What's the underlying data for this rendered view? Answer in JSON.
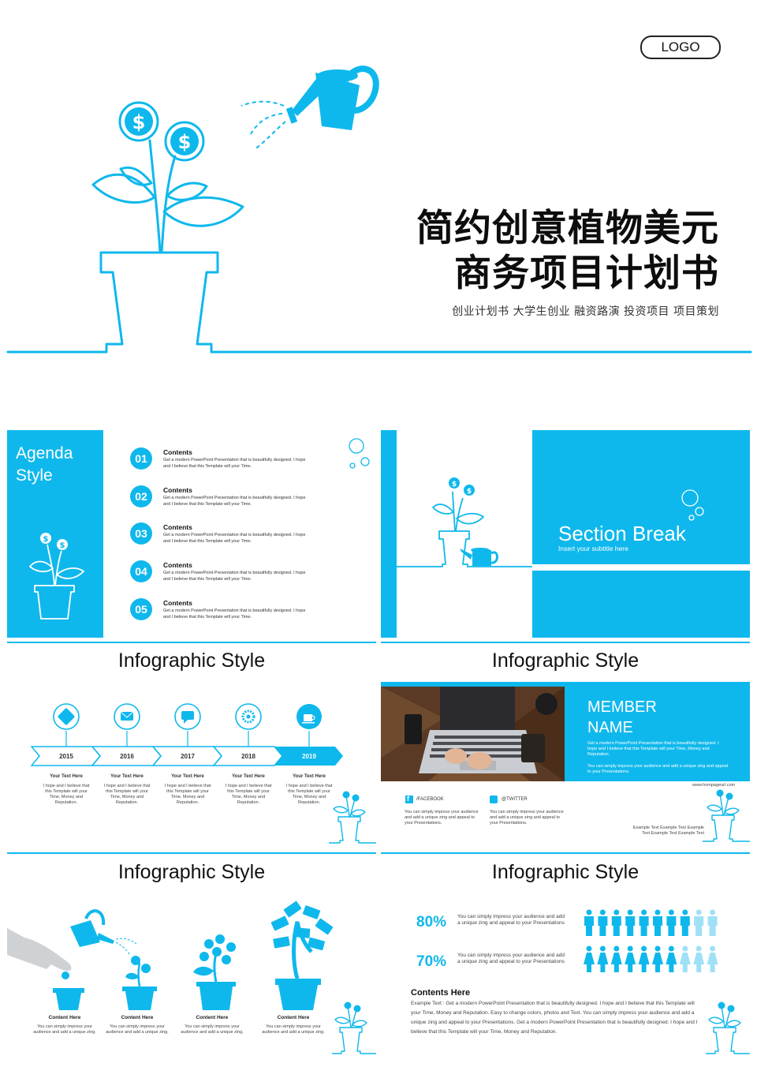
{
  "cover": {
    "logo": "LOGO",
    "title_line1": "简约创意植物美元",
    "title_line2": "商务项目计划书",
    "subtitle": "创业计划书 大学生创业 融资路演 投资项目 项目策划"
  },
  "agenda": {
    "title_line1": "Agenda",
    "title_line2": "Style",
    "items": [
      {
        "num": "01",
        "head": "Contents",
        "body": "Get a modern PowerPoint  Presentation that is beautifully designed. I hope and I believe that this Template will your Time."
      },
      {
        "num": "02",
        "head": "Contents",
        "body": "Get a modern PowerPoint  Presentation that is beautifully designed. I hope and I believe that this Template will your Time."
      },
      {
        "num": "03",
        "head": "Contents",
        "body": "Get a modern PowerPoint  Presentation that is beautifully designed. I hope and I believe that this Template will your Time."
      },
      {
        "num": "04",
        "head": "Contents",
        "body": "Get a modern PowerPoint  Presentation that is beautifully designed. I hope and I believe that this Template will your Time."
      },
      {
        "num": "05",
        "head": "Contents",
        "body": "Get a modern PowerPoint  Presentation that is beautifully designed. I hope and I believe that this Template will your Time."
      }
    ]
  },
  "section": {
    "title": "Section Break",
    "subtitle": "Insert your subtitle here"
  },
  "timeline": {
    "title": "Infographic Style",
    "years": [
      {
        "year": "2015",
        "head": "Your Text  Here",
        "body": "I hope and I believe that this Template will your Time, Money and Reputation.",
        "icon": "puzzle-icon"
      },
      {
        "year": "2016",
        "head": "Your Text  Here",
        "body": "I hope and I believe that this Template will your Time, Money and Reputation.",
        "icon": "mail-icon"
      },
      {
        "year": "2017",
        "head": "Your Text  Here",
        "body": "I hope and I believe that this Template will your Time, Money and Reputation.",
        "icon": "chat-icon"
      },
      {
        "year": "2018",
        "head": "Your Text  Here",
        "body": "I hope and I believe that this Template will your Time, Money and Reputation.",
        "icon": "gear-icon"
      },
      {
        "year": "2019",
        "head": "Your Text  Here",
        "body": "I hope and I believe that this Template will your Time, Money and Reputation.",
        "icon": "coffee-icon"
      }
    ]
  },
  "member": {
    "title": "Infographic Style",
    "name_line1": "MEMBER",
    "name_line2": "NAME",
    "desc1": "Get a modern PowerPoint  Presentation that is beautifully designed. I hope and I believe that this Template will your Time, Money and Reputation.",
    "desc2": "You can simply impress your audience and add a unique zing and appeal to your Presentations.",
    "url": "www.hompageurl.com",
    "facebook_label": "/FACEBOOK",
    "facebook_text": "You can simply impress your audience and add a unique zing and appeal to your Presentations.",
    "twitter_label": "@TWITTER",
    "twitter_text": "You can simply impress your audience and add a unique zing and appeal to your Presentations.",
    "example_line1": "Example Text Example Text Example",
    "example_line2": "Text Example Text Example Text"
  },
  "growth": {
    "title": "Infographic Style",
    "pots": [
      {
        "head": "Content Here",
        "body": "You can simply impress your audience and add a unique zing."
      },
      {
        "head": "Content Here",
        "body": "You can simply impress your audience and add a unique zing."
      },
      {
        "head": "Content Here",
        "body": "You can simply impress your audience and add a unique zing."
      },
      {
        "head": "Content Here",
        "body": "You can simply impress your audience and add a unique zing."
      }
    ]
  },
  "stats": {
    "title": "Infographic Style",
    "rows": [
      {
        "pct": "80%",
        "value": 80,
        "desc": "You can simply impress your audience and add a unique zing and appeal to your Presentations"
      },
      {
        "pct": "70%",
        "value": 70,
        "desc": "You can simply impress your audience and add a unique zing and appeal to your Presentations"
      }
    ],
    "content_head": "Contents Here",
    "content_body": "Example Text : Get a modern PowerPoint  Presentation that is beautifully designed. I hope and I believe that this Template will your Time, Money and Reputation. Easy to change colors, photos and Text. You can simply impress your audience and add a unique zing and appeal to your Presentations. Get a modern PowerPoint  Presentation that is beautifully designed. I hope and I believe that this Template will your Time, Money and Reputation."
  },
  "colors": {
    "accent": "#0fb8ec",
    "accent_light": "#9fe0f6"
  }
}
